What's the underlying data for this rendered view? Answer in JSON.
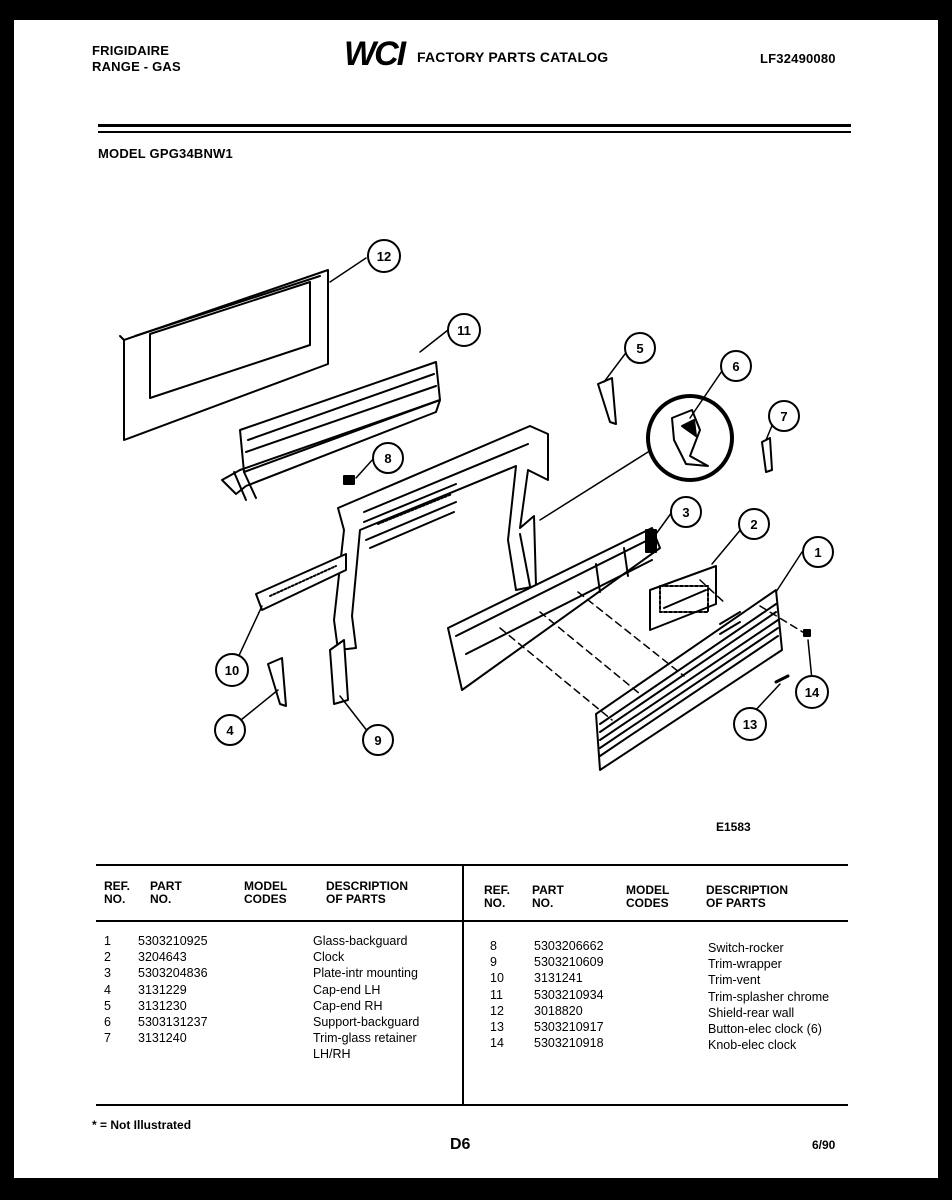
{
  "header": {
    "brand": "FRIGIDAIRE",
    "product": "RANGE - GAS",
    "logo": "WCI",
    "catalog_title": "FACTORY PARTS CATALOG",
    "catalog_number": "LF32490080",
    "model": "MODEL GPG34BNW1"
  },
  "diagram": {
    "figure_id": "E1583",
    "callouts": [
      "1",
      "2",
      "3",
      "4",
      "5",
      "6",
      "7",
      "8",
      "9",
      "10",
      "11",
      "12",
      "13",
      "14"
    ]
  },
  "table": {
    "headers": {
      "ref_no": "REF.\nNO.",
      "part_no": "PART\nNO.",
      "model_codes": "MODEL\nCODES",
      "description": "DESCRIPTION\nOF PARTS"
    },
    "left": [
      {
        "ref": "1",
        "part": "5303210925",
        "desc": "Glass-backguard"
      },
      {
        "ref": "2",
        "part": "3204643",
        "desc": "Clock"
      },
      {
        "ref": "3",
        "part": "5303204836",
        "desc": "Plate-intr mounting"
      },
      {
        "ref": "4",
        "part": "3131229",
        "desc": "Cap-end LH"
      },
      {
        "ref": "5",
        "part": "3131230",
        "desc": "Cap-end RH"
      },
      {
        "ref": "6",
        "part": "5303131237",
        "desc": "Support-backguard"
      },
      {
        "ref": "7",
        "part": "3131240",
        "desc": "Trim-glass retainer"
      },
      {
        "ref": "",
        "part": "",
        "desc": "LH/RH"
      }
    ],
    "right": [
      {
        "ref": "8",
        "part": "5303206662",
        "desc": "Switch-rocker"
      },
      {
        "ref": "9",
        "part": "5303210609",
        "desc": "Trim-wrapper"
      },
      {
        "ref": "10",
        "part": "3131241",
        "desc": "Trim-vent"
      },
      {
        "ref": "11",
        "part": "5303210934",
        "desc": "Trim-splasher chrome"
      },
      {
        "ref": "12",
        "part": "3018820",
        "desc": "Shield-rear wall"
      },
      {
        "ref": "13",
        "part": "5303210917",
        "desc": "Button-elec clock (6)"
      },
      {
        "ref": "14",
        "part": "5303210918",
        "desc": "Knob-elec clock"
      }
    ]
  },
  "footer": {
    "note": "* = Not Illustrated",
    "page": "D6",
    "date": "6/90"
  }
}
